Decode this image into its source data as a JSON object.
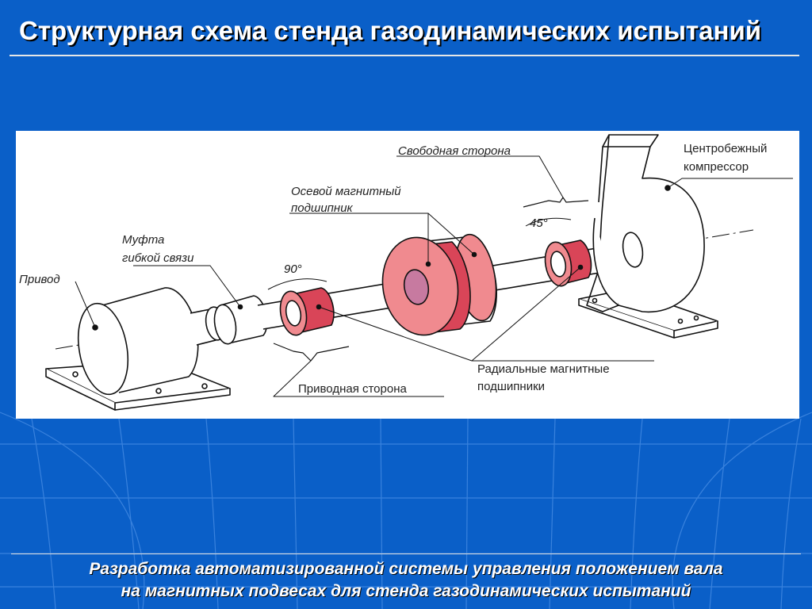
{
  "title": "Структурная схема стенда газодинамических испытаний",
  "footer": {
    "line1": "Разработка автоматизированной системы управления положением вала",
    "line2": "на магнитных подвесах для стенда  газодинамических испытаний"
  },
  "diagram": {
    "labels": {
      "drive": "Привод",
      "coupling_1": "Муфта",
      "coupling_2": "гибкой связи",
      "axial_1": "Осевой магнитный",
      "axial_2": "подшипник",
      "free_side": "Свободная сторона",
      "compressor_1": "Центробежный",
      "compressor_2": "компрессор",
      "angle_90": "90°",
      "angle_45": "45°",
      "radial_1": "Радиальные магнитные",
      "radial_2": "подшипники",
      "drive_side": "Приводная сторона"
    },
    "colors": {
      "bearing_red": "#d94558",
      "bearing_pink": "#f08a8f",
      "line": "#111111",
      "background": "#0a5fc8"
    }
  }
}
